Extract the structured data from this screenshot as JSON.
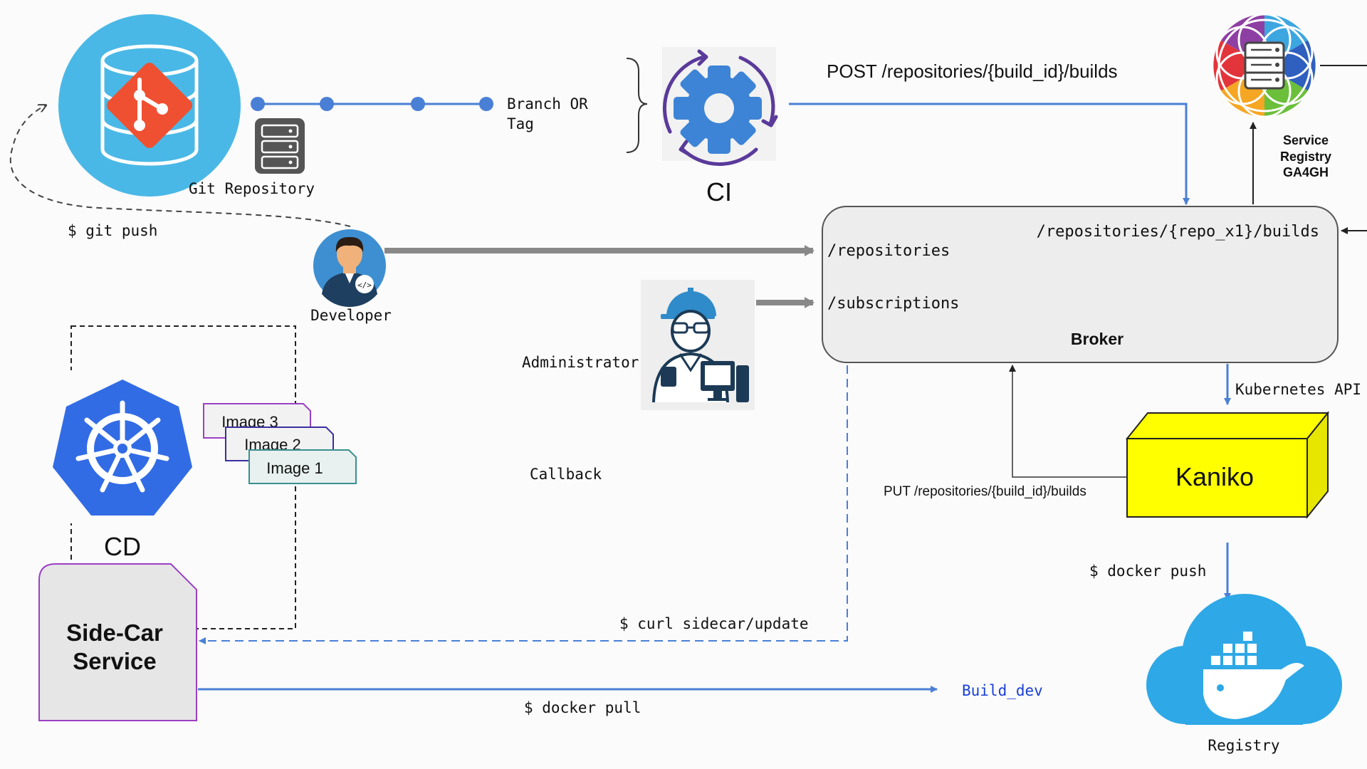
{
  "git_repo": {
    "label": "Git Repository"
  },
  "git_push": {
    "label": "$ git push"
  },
  "branch": {
    "line1": "Branch OR",
    "line2": "Tag"
  },
  "ci": {
    "label": "CI"
  },
  "post_request": {
    "label": "POST /repositories/{build_id}/builds"
  },
  "service_registry": {
    "line1": "Service",
    "line2": "Registry",
    "line3": "GA4GH"
  },
  "developer": {
    "label": "Developer"
  },
  "administrator": {
    "label": "Administrator"
  },
  "broker": {
    "title": "Broker",
    "endpoint_builds": "/repositories/{repo_x1}/builds",
    "endpoint_repositories": "/repositories",
    "endpoint_subscriptions": "/subscriptions"
  },
  "kubernetes_api": {
    "label": "Kubernetes API"
  },
  "kaniko": {
    "label": "Kaniko"
  },
  "put_request": {
    "label": "PUT /repositories/{build_id}/builds"
  },
  "callback": {
    "label": "Callback"
  },
  "docker_push": {
    "label": "$ docker push"
  },
  "registry": {
    "label": "Registry"
  },
  "cd": {
    "label": "CD"
  },
  "images": [
    "Image 3",
    "Image 2",
    "Image 1"
  ],
  "sidecar": {
    "line1": "Side-Car",
    "line2": "Service"
  },
  "curl": {
    "label": "$ curl sidecar/update"
  },
  "docker_pull": {
    "label": "$ docker pull"
  },
  "build_dev": {
    "label": "Build_dev"
  },
  "colors": {
    "blue_line": "#4a7fd6",
    "git_blue": "#4ab8e6",
    "git_red": "#f05032",
    "kaniko_yellow": "#ffff00",
    "k8s_blue": "#326ce5",
    "docker_blue": "#2ea8e6",
    "broker_fill": "#ededed"
  }
}
